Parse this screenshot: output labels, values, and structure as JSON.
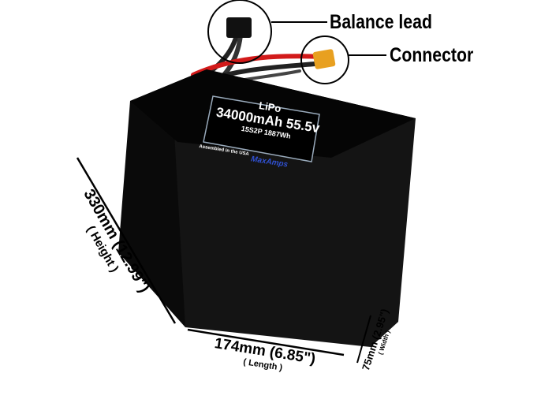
{
  "callouts": {
    "balance_lead": "Balance lead",
    "connector": "Connector"
  },
  "label": {
    "chemistry": "LiPo",
    "capacity_voltage": "34000mAh 55.5v",
    "config_energy": "15S2P 1887Wh",
    "assembled": "Assembled in the USA",
    "logo": "MaxAmps"
  },
  "dimensions": {
    "height": {
      "value": "330mm (12.99\")",
      "name": "( Height )"
    },
    "length": {
      "value": "174mm (6.85\")",
      "name": "( Length )"
    },
    "width": {
      "value": "75mm (2.95\")",
      "name": "( Width )"
    }
  },
  "colors": {
    "battery": "#0b0b0b",
    "connector": "#e8a020",
    "wire_red": "#d21a1a"
  }
}
